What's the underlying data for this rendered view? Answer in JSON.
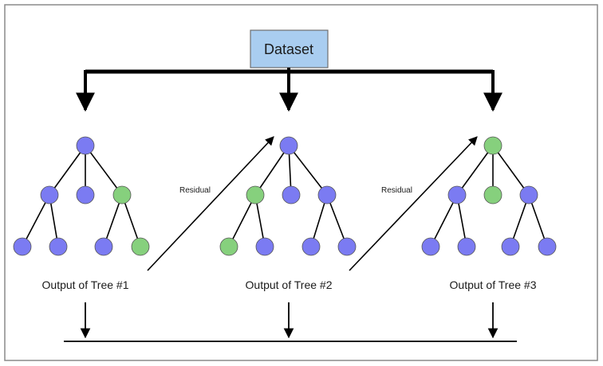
{
  "diagram": {
    "dataset_label": "Dataset",
    "residual_label": "Residual",
    "trees": [
      {
        "output_label": "Output of Tree #1",
        "node_colors": [
          "blue",
          "blue",
          "blue",
          "green",
          "blue",
          "blue",
          "blue",
          "green"
        ]
      },
      {
        "output_label": "Output of Tree #2",
        "node_colors": [
          "blue",
          "green",
          "blue",
          "blue",
          "green",
          "blue",
          "blue",
          "blue"
        ]
      },
      {
        "output_label": "Output of Tree #3",
        "node_colors": [
          "green",
          "blue",
          "green",
          "blue",
          "blue",
          "blue",
          "blue",
          "blue"
        ]
      }
    ],
    "colors": {
      "blue_node": "#7b7bf2",
      "green_node": "#86d07d",
      "dataset_box": "#a9cdf0",
      "line": "#000000"
    }
  }
}
